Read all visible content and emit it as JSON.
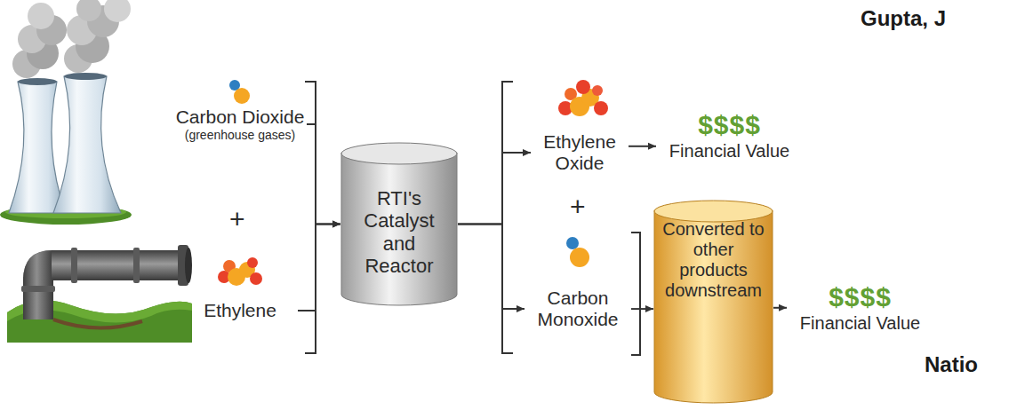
{
  "diagram": {
    "nodes": [
      {
        "text": [
          "Carbon Dioxide",
          "(greenhouse gases)"
        ]
      },
      {
        "text": [
          "Ethylene"
        ]
      },
      {
        "text": [
          "RTI's Catalyst and Reactor"
        ]
      },
      {
        "text": [
          "Ethylene Oxide"
        ]
      },
      {
        "text": [
          "Carbon Monoxide"
        ]
      },
      {
        "text": [
          "$$$$",
          "Financial Value"
        ]
      },
      {
        "text": [
          "Converted to other products downstream"
        ]
      },
      {
        "text": [
          "$$$$",
          "Financial Value"
        ]
      }
    ],
    "edges": [
      {
        "from": 0,
        "to": 2,
        "arrow": "to"
      },
      {
        "from": 1,
        "to": 2,
        "arrow": "to"
      },
      {
        "from": 2,
        "to": 3,
        "arrow": "to"
      },
      {
        "from": 2,
        "to": 4,
        "arrow": "to"
      },
      {
        "from": 3,
        "to": 5,
        "arrow": "to"
      },
      {
        "from": 4,
        "to": 6,
        "arrow": "to"
      },
      {
        "from": 6,
        "to": 7,
        "arrow": "to"
      }
    ],
    "labels": [
      "+",
      "+",
      "Gupta, J",
      "Natio"
    ]
  }
}
